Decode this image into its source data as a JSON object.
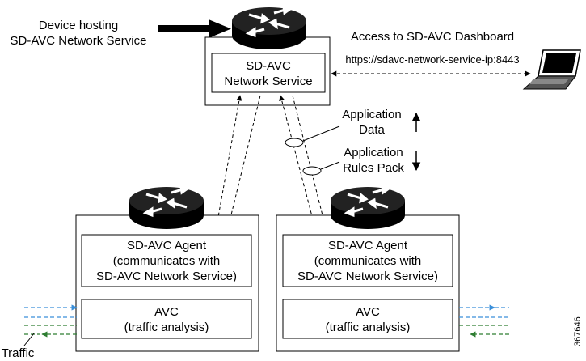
{
  "labels": {
    "device_hosting": [
      "Device hosting",
      "SD-AVC Network Service"
    ],
    "access_dashboard": "Access to SD-AVC Dashboard",
    "url": "https://sdavc-network-service-ip:8443",
    "network_service": [
      "SD-AVC",
      "Network Service"
    ],
    "application_data": [
      "Application",
      "Data"
    ],
    "application_rules_pack": [
      "Application",
      "Rules Pack"
    ],
    "agent_left": [
      "SD-AVC Agent",
      "(communicates with",
      "SD-AVC Network Service)"
    ],
    "agent_right": [
      "SD-AVC Agent",
      "(communicates with",
      "SD-AVC Network Service)"
    ],
    "avc_left": [
      "AVC",
      "(traffic analysis)"
    ],
    "avc_right": [
      "AVC",
      "(traffic analysis)"
    ],
    "traffic": "Traffic",
    "figure_id": "367646"
  },
  "colors": {
    "traffic_blue": "#3a8fd9",
    "traffic_green": "#2e7d32",
    "router_body": "#000000"
  },
  "icons": [
    "router-icon",
    "laptop-icon"
  ]
}
